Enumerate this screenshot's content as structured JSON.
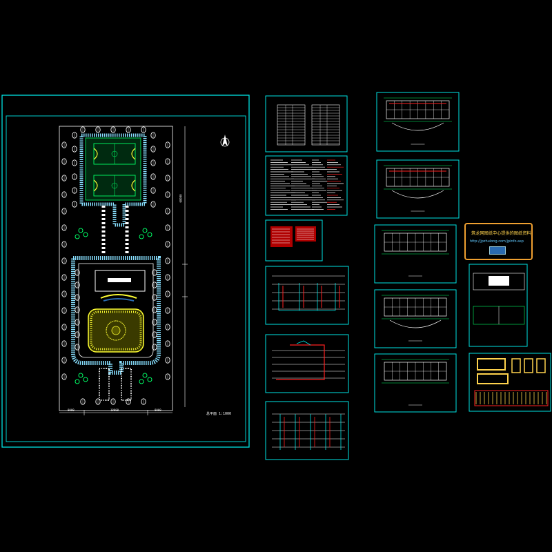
{
  "site_plan": {
    "title_label": "总平面 1:1000",
    "north_label": "N",
    "dimension_labels": [
      "8000",
      "18000",
      "8000"
    ],
    "vertical_dim": "60000"
  },
  "sheets": [
    {
      "kind": "tables",
      "caption": ""
    },
    {
      "kind": "notes",
      "caption": ""
    },
    {
      "kind": "legend",
      "caption": ""
    },
    {
      "kind": "system",
      "caption": ""
    },
    {
      "kind": "system",
      "caption": ""
    },
    {
      "kind": "system",
      "caption": ""
    },
    {
      "kind": "floor-plan",
      "caption": ""
    },
    {
      "kind": "floor-plan",
      "caption": ""
    },
    {
      "kind": "floor-plan",
      "caption": ""
    },
    {
      "kind": "floor-plan",
      "caption": ""
    },
    {
      "kind": "floor-plan",
      "caption": ""
    },
    {
      "kind": "roof-plan",
      "caption": ""
    },
    {
      "kind": "details",
      "caption": ""
    }
  ],
  "watermark": {
    "title": "筑龙网图纸中心提供的图纸资料",
    "url": "http://jpzhulong.com/jpinfo.asp"
  },
  "colors": {
    "frame": "#00e5e5",
    "tree": "#ffffff",
    "hedge": "#88e0ff",
    "court": "#00ff66",
    "plaza": "#ffff33",
    "wiring": "#ff2020",
    "stamp_border": "#f0a030"
  }
}
